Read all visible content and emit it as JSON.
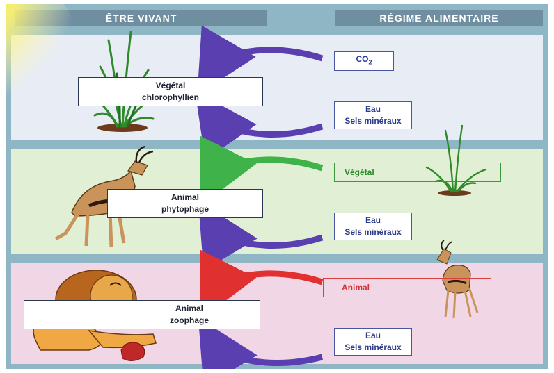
{
  "headers": {
    "living_being": "ÊTRE VIVANT",
    "diet": "RÉGIME ALIMENTAIRE"
  },
  "rows": [
    {
      "being": [
        "Végétal",
        "chlorophyllien"
      ],
      "foods": [
        "CO",
        "Eau",
        "Sels minéraux"
      ],
      "co2_sub": "2"
    },
    {
      "being": [
        "Animal",
        "phytophage"
      ],
      "foods": [
        "Végétal",
        "Eau",
        "Sels minéraux"
      ]
    },
    {
      "being": [
        "Animal",
        "zoophage"
      ],
      "foods": [
        "Animal",
        "Eau",
        "Sels minéraux"
      ]
    }
  ],
  "colors": {
    "arrow_blue": "#5a3fb0",
    "arrow_green": "#3fb24a",
    "arrow_red": "#e03030",
    "band_plant": "#e8ecf5",
    "band_herbivore": "#e1f0d5",
    "band_carnivore": "#f1d7e6"
  }
}
